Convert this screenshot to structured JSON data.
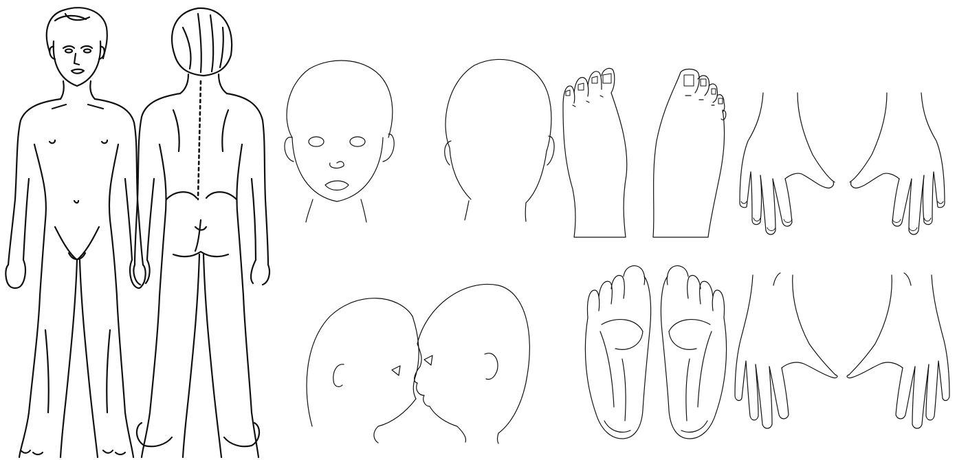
{
  "diagram": {
    "panels": [
      {
        "id": "body-front",
        "icon": "body-front-icon"
      },
      {
        "id": "body-back",
        "icon": "body-back-icon"
      },
      {
        "id": "head-front",
        "icon": "head-front-icon"
      },
      {
        "id": "head-back",
        "icon": "head-back-icon"
      },
      {
        "id": "head-left-side",
        "icon": "head-left-side-icon"
      },
      {
        "id": "head-right-side",
        "icon": "head-right-side-icon"
      },
      {
        "id": "feet-top",
        "icon": "feet-top-icon"
      },
      {
        "id": "feet-soles",
        "icon": "feet-soles-icon"
      },
      {
        "id": "hands-back",
        "icon": "hands-back-icon"
      },
      {
        "id": "hands-palms",
        "icon": "hands-palms-icon"
      }
    ],
    "colors": {
      "line": "#111111",
      "background": "#ffffff"
    }
  }
}
